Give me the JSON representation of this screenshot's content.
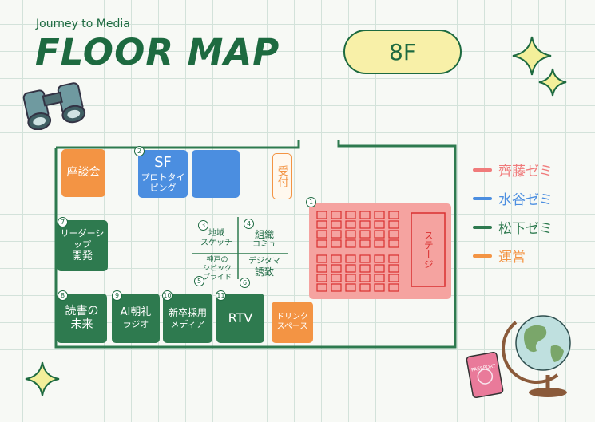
{
  "header": {
    "subtitle": "Journey to Media",
    "title": "FLOOR MAP",
    "floor": "8F"
  },
  "rooms": {
    "zadankai": "座談会",
    "sf_line1": "SF",
    "sf_line2": "プロトタイピング",
    "uketsuke": "受付",
    "leader_line1": "リーダーシップ",
    "leader_line2": "開発",
    "dokusho_line1": "読書の",
    "dokusho_line2": "未来",
    "ai_line1": "AI朝礼",
    "ai_line2": "ラジオ",
    "shinsotsu_line1": "新卒採用",
    "shinsotsu_line2": "メディア",
    "rtv": "RTV",
    "drink_line1": "ドリンク",
    "drink_line2": "スペース",
    "stage": "ステージ",
    "chiiki_line1": "地域",
    "chiiki_line2": "スケッチ",
    "soshiki_line1": "組織",
    "soshiki_line2": "コミュ",
    "kobe_line1": "神戸の",
    "kobe_line2": "シビック",
    "kobe_line3": "プライド",
    "digital_line1": "デジタマ",
    "digital_line2": "誘致"
  },
  "numbers": {
    "n1": "1",
    "n2": "2",
    "n3": "3",
    "n4": "4",
    "n5": "5",
    "n6": "6",
    "n7": "7",
    "n8": "8",
    "n9": "9",
    "n10": "10",
    "n11": "11"
  },
  "legend": [
    {
      "label": "齊藤ゼミ",
      "color": "#f07b7b"
    },
    {
      "label": "水谷ゼミ",
      "color": "#4b8ee0"
    },
    {
      "label": "松下ゼミ",
      "color": "#2e7a4f"
    },
    {
      "label": "運営",
      "color": "#f39444"
    }
  ],
  "icons": {
    "binoculars": "binoculars-icon",
    "sparkle": "sparkle-icon",
    "passport": "passport-icon",
    "globe": "globe-icon"
  },
  "passport_text": "PASSPORT",
  "colors": {
    "green": "#2e7a4f",
    "blue": "#4b8ee0",
    "orange": "#f39444",
    "red": "#f07b7b",
    "badge": "#f8f0a8"
  }
}
